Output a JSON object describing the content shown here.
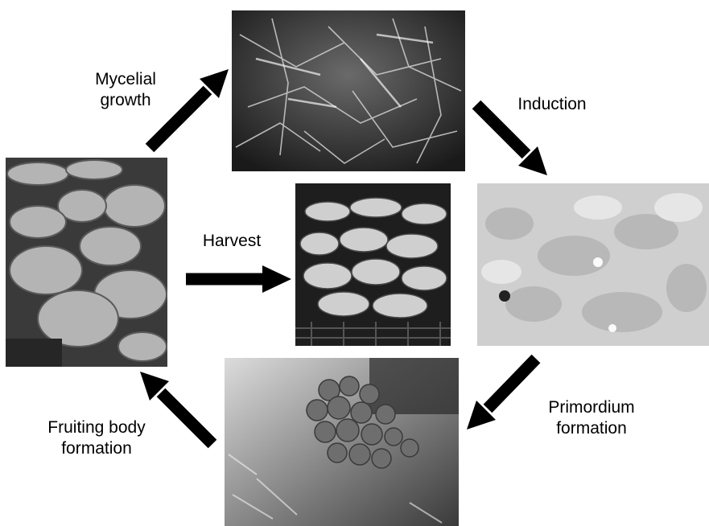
{
  "labels": {
    "mycelial_growth": "Mycelial\ngrowth",
    "induction": "Induction",
    "primordium_formation": "Primordium\nformation",
    "fruiting_body_formation": "Fruiting body\nformation",
    "harvest": "Harvest"
  },
  "photos": [
    {
      "name": "mycelium-photo",
      "subject": "mycelium on substrate"
    },
    {
      "name": "induction-photo",
      "subject": "white mycelial surface"
    },
    {
      "name": "primordium-photo",
      "subject": "mushroom primordia cluster"
    },
    {
      "name": "fruiting-body-photo",
      "subject": "oyster mushroom fruiting bodies"
    },
    {
      "name": "harvest-photo",
      "subject": "harvested mushrooms in crate"
    }
  ],
  "colors": {
    "arrow": "#000000",
    "background": "#ffffff"
  }
}
